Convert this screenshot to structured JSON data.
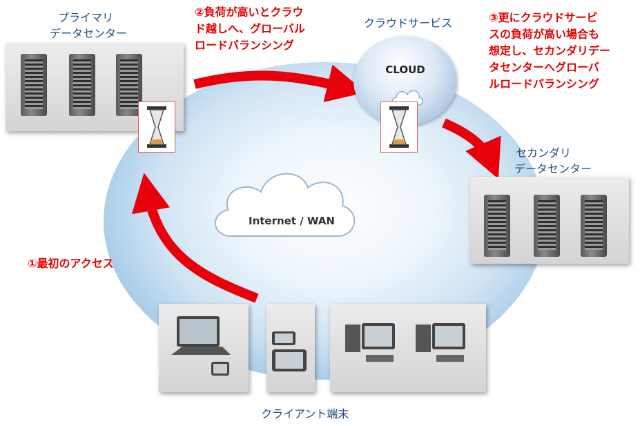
{
  "primary_dc": {
    "line1": "プライマリ",
    "line2": "データセンター"
  },
  "secondary_dc": {
    "line1": "セカンダリ",
    "line2": "データセンター"
  },
  "cloud_service": {
    "label": "クラウドサービス",
    "bubble": "CLOUD"
  },
  "internet": {
    "label": "Internet / WAN"
  },
  "clients": {
    "label": "クライアント端末"
  },
  "steps": {
    "step1": "①最初のアクセス",
    "step2": [
      "②負荷が高いとクラウ",
      "ド越しへ、グローバル",
      "ロードバランシング"
    ],
    "step3": [
      "③更にクラウドサービ",
      "スの負荷が高い場合も",
      "想定し、セカンダリデー",
      "タセンターへグローバ",
      "ルロードバランシング"
    ]
  },
  "colors": {
    "arrow": "#e8000b",
    "label_blue": "#1f4e79",
    "label_red": "#e60000"
  }
}
